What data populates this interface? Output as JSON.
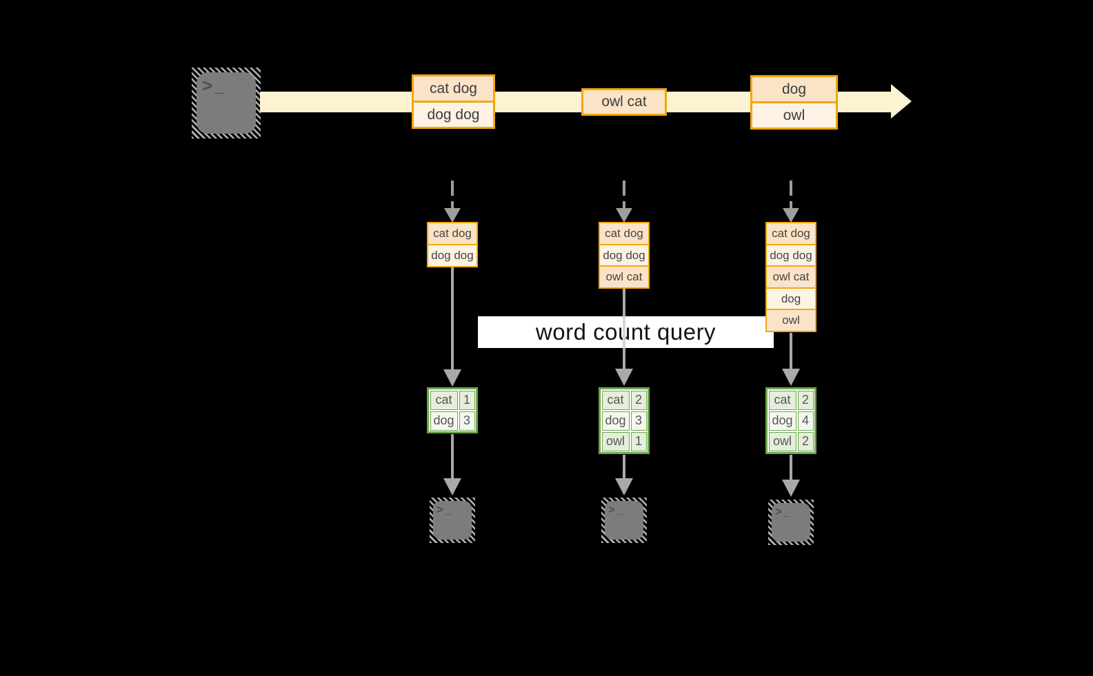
{
  "diagram": {
    "query_label": "word count query",
    "terminal_glyph": ">_",
    "colors": {
      "background": "#000000",
      "stream_arrow": "#fdf2d1",
      "record_border": "#f2a70e",
      "record_fill_dark": "#fae3c7",
      "record_fill_light": "#fdf2e4",
      "result_border": "#6da64c",
      "result_fill_dark": "#e4eeda",
      "result_fill_light": "#f3f8ee",
      "arrow_gray": "#a9a9a9",
      "terminal_gray": "#7c7c7c"
    },
    "stream": {
      "batches": [
        {
          "records": [
            "cat dog",
            "dog dog"
          ]
        },
        {
          "records": [
            "owl cat"
          ]
        },
        {
          "records": [
            "dog",
            "owl"
          ]
        }
      ]
    },
    "columns": [
      {
        "input_records": [
          "cat dog",
          "dog dog"
        ],
        "counts": [
          {
            "word": "cat",
            "count": 1
          },
          {
            "word": "dog",
            "count": 3
          }
        ]
      },
      {
        "input_records": [
          "cat dog",
          "dog dog",
          "owl cat"
        ],
        "counts": [
          {
            "word": "cat",
            "count": 2
          },
          {
            "word": "dog",
            "count": 3
          },
          {
            "word": "owl",
            "count": 1
          }
        ]
      },
      {
        "input_records": [
          "cat dog",
          "dog dog",
          "owl cat",
          "dog",
          "owl"
        ],
        "counts": [
          {
            "word": "cat",
            "count": 2
          },
          {
            "word": "dog",
            "count": 4
          },
          {
            "word": "owl",
            "count": 2
          }
        ]
      }
    ]
  }
}
